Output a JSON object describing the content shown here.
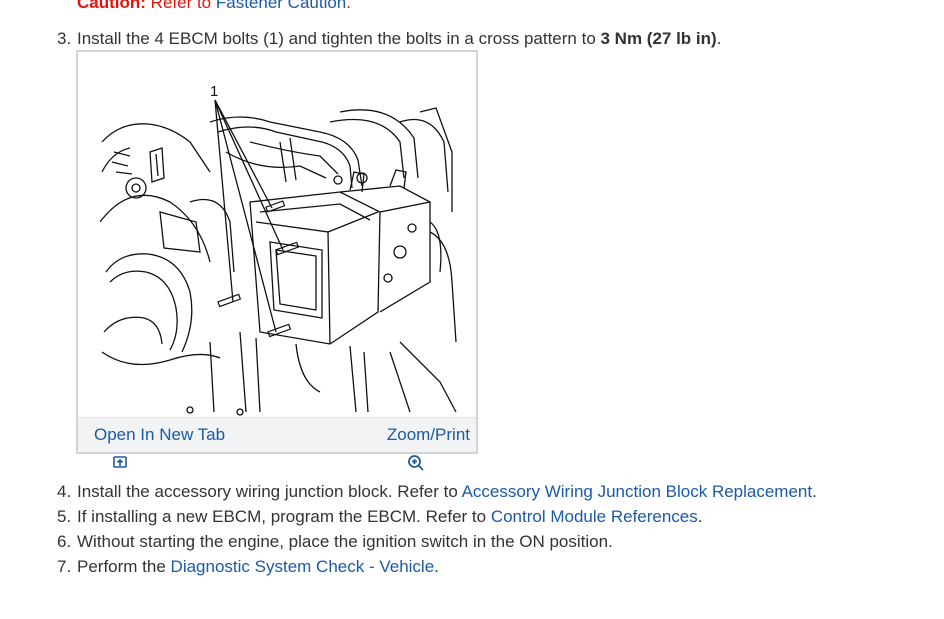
{
  "caution": {
    "label": "Caution:",
    "text": " Refer to ",
    "link": "Fastener Caution",
    "end": "."
  },
  "step3": {
    "num": "3.",
    "text": "Install the 4 EBCM bolts (1) and tighten the bolts in a cross pattern to ",
    "torque": "3 Nm (27 lb in)",
    "end": "."
  },
  "figure": {
    "callout": "1",
    "open_tab_label": "Open In New Tab",
    "zoom_label": "Zoom/Print"
  },
  "steps": [
    {
      "num": "4.",
      "text": "Install the accessory wiring junction block. Refer to ",
      "link": "Accessory Wiring Junction Block Replacement",
      "end": "."
    },
    {
      "num": "5.",
      "text": "If installing a new EBCM, program the EBCM. Refer to ",
      "link": "Control Module References",
      "end": "."
    },
    {
      "num": "6.",
      "text": "Without starting the engine, place the ignition switch in the ON position."
    },
    {
      "num": "7.",
      "text": "Perform the ",
      "link": "Diagnostic System Check - Vehicle",
      "end": "."
    }
  ],
  "colors": {
    "link": "#1a5aa6",
    "caution": "#e3140d",
    "text": "#333333"
  }
}
